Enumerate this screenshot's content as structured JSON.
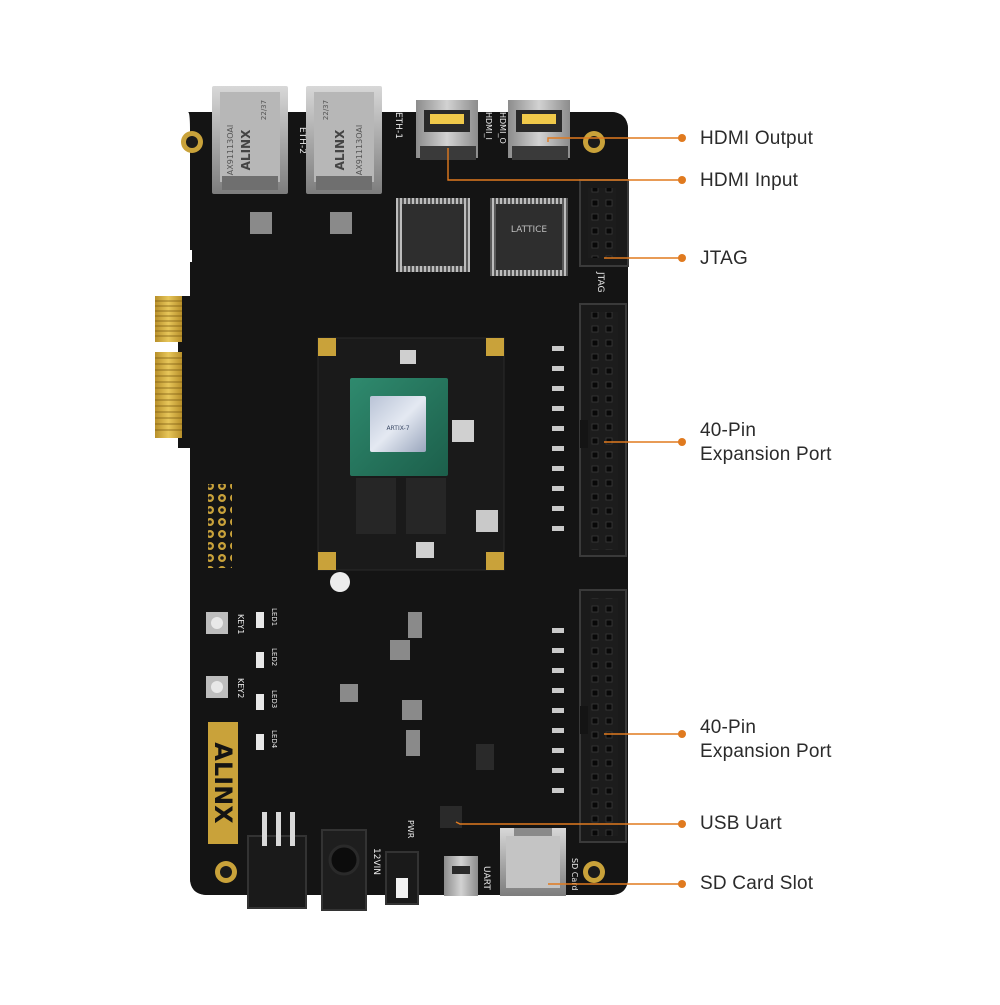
{
  "board": {
    "brand": "ALINX",
    "connector_labels": {
      "eth2": "ETH-2",
      "eth1": "ETH-1",
      "hdmi_out": "HDMI_O",
      "hdmi_in": "HDMI_I",
      "jtag": "JTAG",
      "uart": "UART",
      "pwr": "PWR",
      "v12": "12VIN",
      "sd": "SD Card",
      "key1": "KEY1",
      "key2": "KEY2",
      "led1": "LED1",
      "led2": "LED2",
      "led3": "LED3",
      "led4": "LED4"
    },
    "rj45_model": "AX91113OAI",
    "rj45_code": "22/37",
    "chip_text": "ARTIX-7",
    "lattice_text": "LATTICE",
    "colors": {
      "pcb": "#141414",
      "gold": "#c9a23a",
      "callout": "#e07a1f",
      "label": "#2b2b2b"
    }
  },
  "callouts": [
    {
      "id": "hdmi-output",
      "lines": [
        "HDMI Output"
      ]
    },
    {
      "id": "hdmi-input",
      "lines": [
        "HDMI Input"
      ]
    },
    {
      "id": "jtag",
      "lines": [
        "JTAG"
      ]
    },
    {
      "id": "expansion-1",
      "lines": [
        "40-Pin",
        "Expansion Port"
      ]
    },
    {
      "id": "expansion-2",
      "lines": [
        "40-Pin",
        "Expansion Port"
      ]
    },
    {
      "id": "usb-uart",
      "lines": [
        "USB Uart"
      ]
    },
    {
      "id": "sd-card",
      "lines": [
        "SD Card Slot"
      ]
    }
  ]
}
